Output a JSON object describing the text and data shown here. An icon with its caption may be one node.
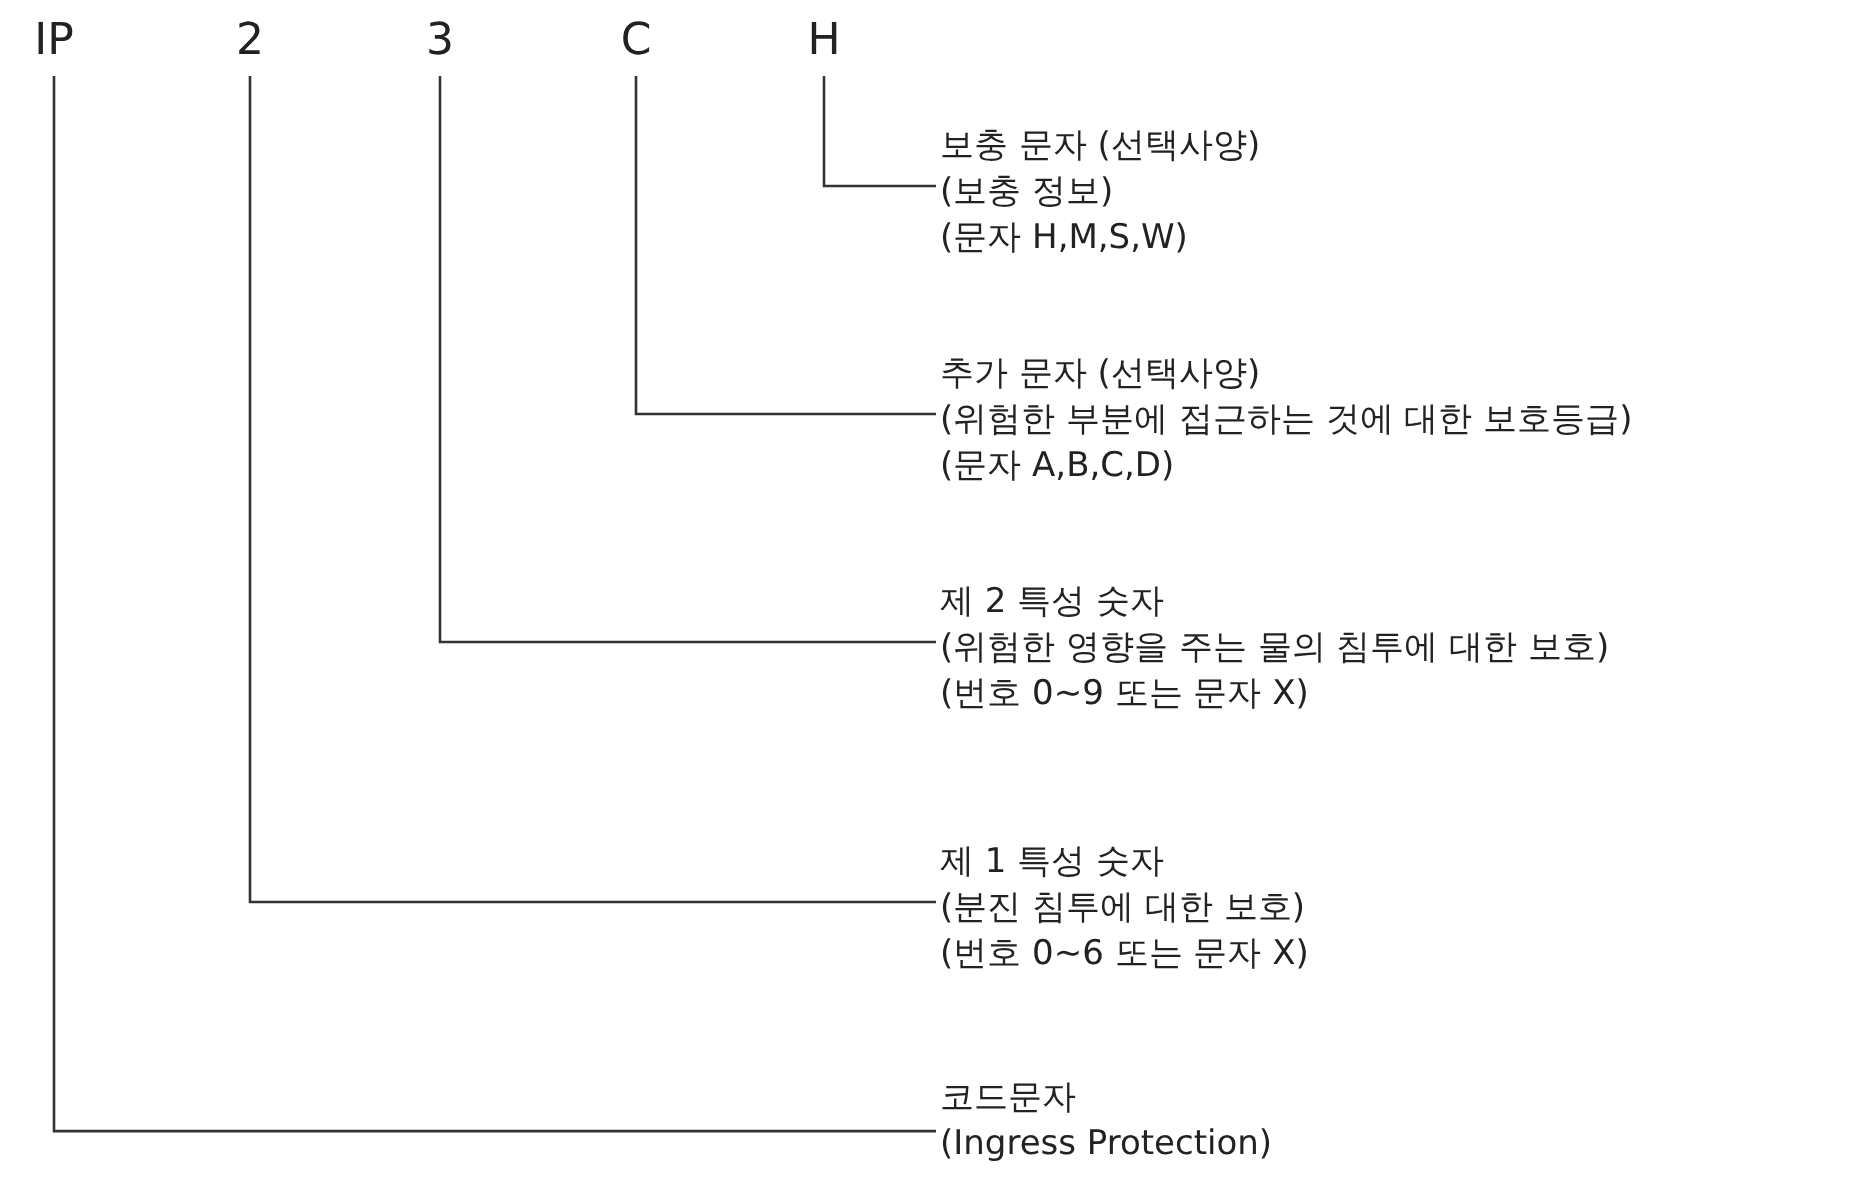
{
  "diagram": {
    "nodes": [
      {
        "text": [
          "IP"
        ]
      },
      {
        "text": [
          "2"
        ]
      },
      {
        "text": [
          "3"
        ]
      },
      {
        "text": [
          "C"
        ]
      },
      {
        "text": [
          "H"
        ]
      },
      {
        "text": [
          "보충 문자 (선택사양)",
          "(보충 정보)",
          "(문자 H,M,S,W)"
        ]
      },
      {
        "text": [
          "추가 문자 (선택사양)",
          "(위험한 부분에 접근하는 것에 대한 보호등급)",
          "(문자 A,B,C,D)"
        ]
      },
      {
        "text": [
          "제 2 특성 숫자",
          "(위험한 영향을 주는 물의 침투에 대한 보호)",
          "(번호 0~9 또는 문자 X)"
        ]
      },
      {
        "text": [
          "제 1 특성 숫자",
          "(분진 침투에 대한 보호)",
          "(번호 0~6 또는 문자 X)"
        ]
      },
      {
        "text": [
          "코드문자",
          "(Ingress Protection)"
        ]
      }
    ],
    "edges": [
      {
        "from": 4,
        "to": 5,
        "arrow": "none"
      },
      {
        "from": 3,
        "to": 6,
        "arrow": "none"
      },
      {
        "from": 2,
        "to": 7,
        "arrow": "none"
      },
      {
        "from": 1,
        "to": 8,
        "arrow": "none"
      },
      {
        "from": 0,
        "to": 9,
        "arrow": "none"
      }
    ]
  }
}
